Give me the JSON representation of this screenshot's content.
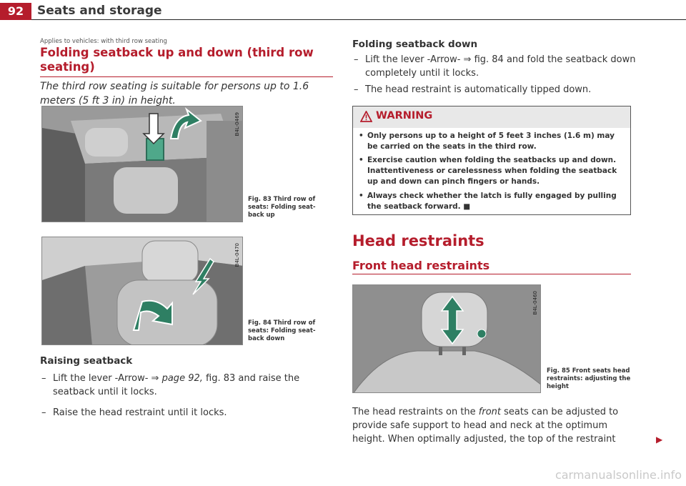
{
  "header": {
    "page_number": "92",
    "section_title": "Seats and storage"
  },
  "left": {
    "applies_to": "Applies to vehicles: with third row seating",
    "heading": "Folding seatback up and down (third row seating)",
    "intro": "The third row seating is suitable for persons up to 1.6 meters (5 ft 3 in) in height.",
    "figures": [
      {
        "id": "B4L-0469",
        "caption": "Fig. 83  Third row of seats: Folding seat-back up"
      },
      {
        "id": "B4L-0470",
        "caption": "Fig. 84  Third row of seats: Folding seat-back down"
      }
    ],
    "raising_heading": "Raising seatback",
    "raising_steps": [
      {
        "prefix": "Lift the lever -Arrow- ⇒ ",
        "page_ref": "page 92,",
        "suffix": " fig. 83 and raise the",
        "line2": "seatback until it locks."
      },
      {
        "text": "Raise the head restraint until it locks."
      }
    ]
  },
  "right": {
    "folding_heading": "Folding seatback down",
    "folding_steps": [
      {
        "line1": "Lift the lever -Arrow- ⇒ fig. 84 and fold the seatback down",
        "line2": "completely until it locks."
      },
      {
        "line1": "The head restraint is automatically tipped down."
      }
    ],
    "warning": {
      "title": "WARNING",
      "items": [
        "Only persons up to a height of 5 feet 3 inches (1.6 m) may be carried on the seats in the third row.",
        "Exercise caution when folding the seatbacks up and down. Inattentiveness or carelessness when folding the seatback up and down can pinch fingers or hands.",
        "Always check whether the latch is fully engaged by pulling the seatback forward. ■"
      ]
    },
    "head_restraints_heading": "Head restraints",
    "front_heading": "Front head restraints",
    "figure": {
      "id": "B4L-0460",
      "caption": "Fig. 85  Front seats head restraints: adjusting the height"
    },
    "paragraph": {
      "line1_pre": "The head restraints on the ",
      "line1_em": "front",
      "line1_post": " seats can be adjusted to",
      "line2": "provide safe support to head and neck at the optimum",
      "line3": "height. When optimally adjusted, the top of the restraint"
    }
  },
  "watermark": "carmanualsonline.info",
  "colors": {
    "accent": "#b51d2c",
    "arrow_green": "#2e7f63"
  }
}
